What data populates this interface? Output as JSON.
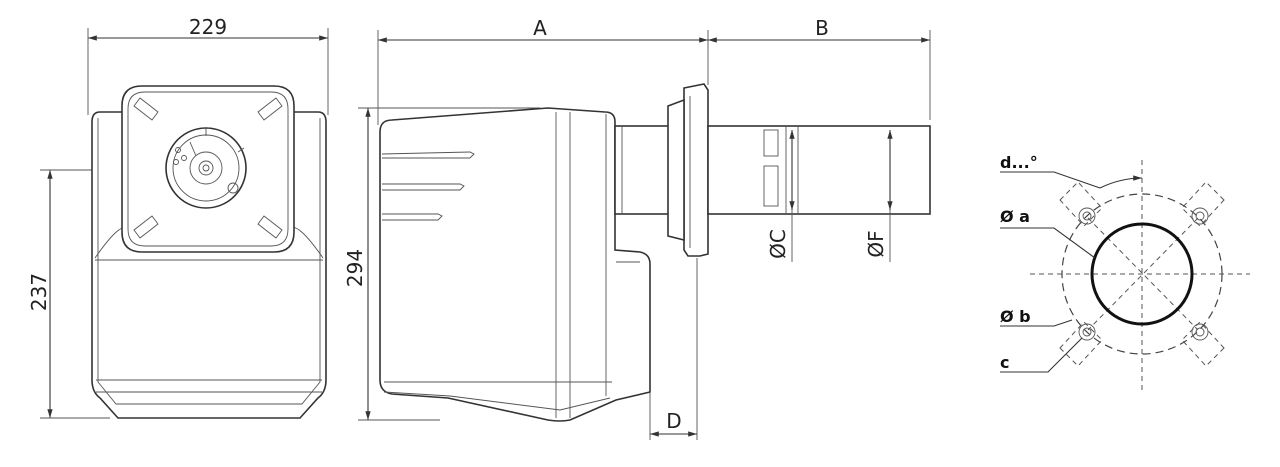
{
  "dimensions": {
    "front_width": "229",
    "front_height": "237",
    "side_height": "294",
    "length_a": "A",
    "length_b": "B",
    "dia_c": "ØC",
    "dia_f": "ØF",
    "offset_d": "D"
  },
  "flange": {
    "angle_label": "d...°",
    "dia_a_label": "Ø a",
    "dia_b_label": "Ø b",
    "hole_label": "c"
  },
  "colors": {
    "line": "#333333",
    "background": "#ffffff"
  }
}
